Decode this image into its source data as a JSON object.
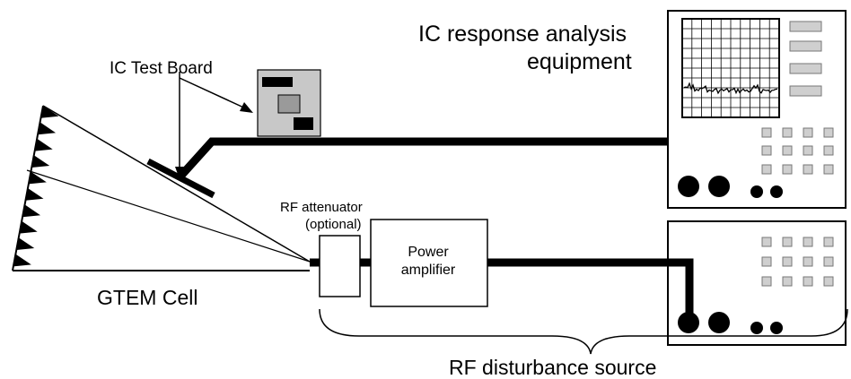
{
  "labels": {
    "ic_test_board": "IC Test Board",
    "ic_response_line1": "IC response analysis",
    "ic_response_line2": "equipment",
    "rf_attenuator": "RF attenuator",
    "optional": "(optional)",
    "power_amplifier_line1": "Power",
    "power_amplifier_line2": "amplifier",
    "gtem_cell": "GTEM Cell",
    "rf_disturbance_source": "RF disturbance source"
  },
  "colors": {
    "stroke": "#000000",
    "board": "#c8c8c8",
    "board_chip_gray": "#9a9a9a",
    "button_gray": "#cfcfcf",
    "screen_bg": "#ffffff"
  },
  "icons": {
    "absorber": "black-triangle-sawtooth",
    "screen_trace": "noise-spectrum-trace"
  }
}
